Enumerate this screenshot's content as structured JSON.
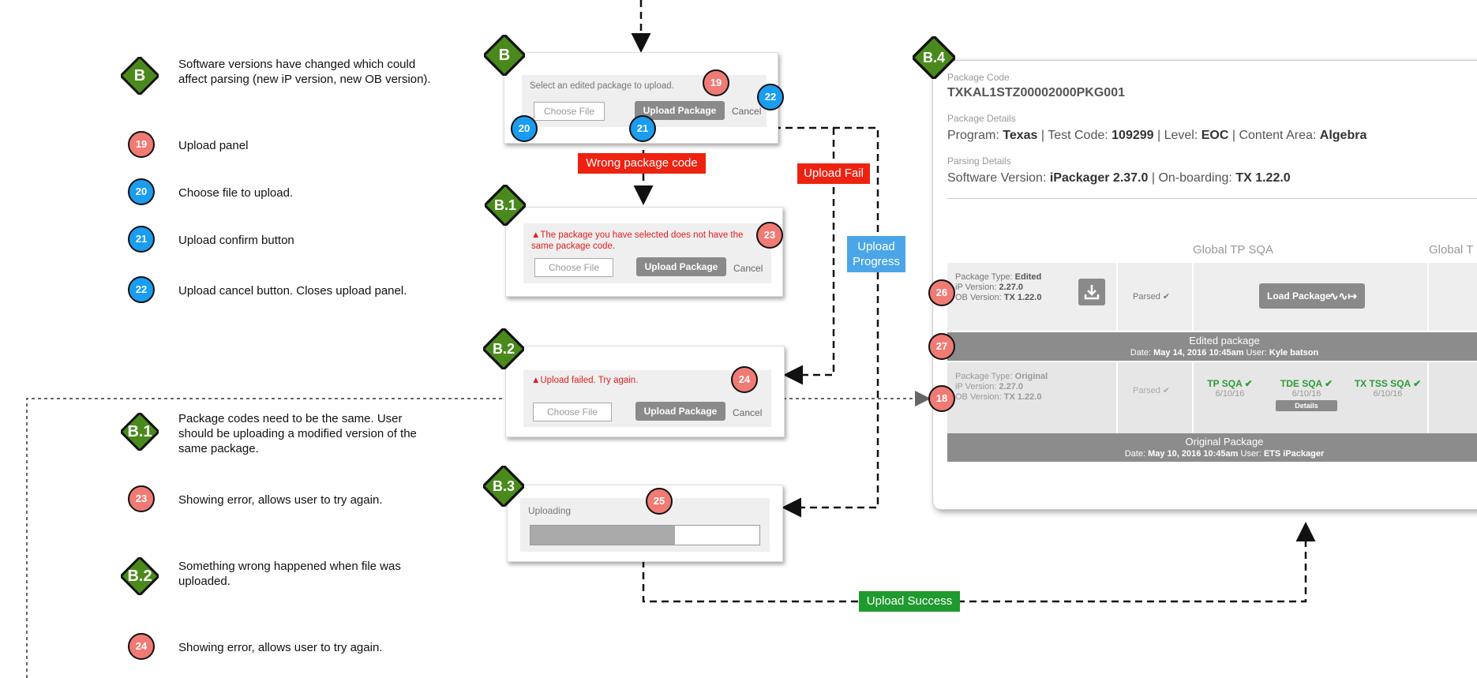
{
  "legend": {
    "b": {
      "badge": "B",
      "text": "Software versions have changed which could affect parsing (new iP version, new OB version)."
    },
    "n19": {
      "badge": "19",
      "text": "Upload panel"
    },
    "n20": {
      "badge": "20",
      "text": "Choose file to upload."
    },
    "n21": {
      "badge": "21",
      "text": "Upload confirm button"
    },
    "n22": {
      "badge": "22",
      "text": "Upload cancel button. Closes upload panel."
    },
    "b1": {
      "badge": "B.1",
      "text": "Package codes need to be the same. User should be uploading a modified version of the same package."
    },
    "n23": {
      "badge": "23",
      "text": "Showing error, allows user to try again."
    },
    "b2": {
      "badge": "B.2",
      "text": "Something wrong happened when file was uploaded."
    },
    "n24": {
      "badge": "24",
      "text": "Showing error, allows user to try again."
    }
  },
  "panel_b": {
    "badge": "B",
    "hint": "Select an edited package to upload.",
    "choose": "Choose File",
    "upload": "Upload Package",
    "cancel": "Cancel",
    "n19": "19",
    "n20": "20",
    "n21": "21",
    "n22": "22"
  },
  "panel_b1": {
    "badge": "B.1",
    "error": "▲The package you have selected does not have the same package code.",
    "choose": "Choose File",
    "upload": "Upload Package",
    "cancel": "Cancel",
    "n23": "23"
  },
  "panel_b2": {
    "badge": "B.2",
    "error": "▲Upload failed. Try again.",
    "choose": "Choose File",
    "upload": "Upload Package",
    "cancel": "Cancel",
    "n24": "24"
  },
  "panel_b3": {
    "badge": "B.3",
    "label": "Uploading",
    "progress": 0.63,
    "n25": "25"
  },
  "flow": {
    "wrong_code": "Wrong package code",
    "upload_fail": "Upload Fail",
    "upload_progress": "Upload Progress",
    "upload_success": "Upload Success",
    "colors": {
      "error": "#ee2211",
      "progress": "#4aa6e8",
      "success": "#1f9a2e",
      "green_diamond": "#4a8a1c",
      "red_badge": "#f07a74",
      "blue_badge": "#1a9cf0"
    }
  },
  "card_b4": {
    "badge": "B.4",
    "code_label": "Package Code",
    "code_value": "TXKAL1STZ00002000PKG001",
    "details_label": "Package Details",
    "program_k": "Program:",
    "program_v": "Texas",
    "test_k": "| Test Code:",
    "test_v": "109299",
    "level_k": "| Level:",
    "level_v": "EOC",
    "area_k": "| Content Area:",
    "area_v": "Algebra",
    "parsing_label": "Parsing Details",
    "sw_k": "Software Version:",
    "sw_v": "iPackager 2.37.0",
    "ob_k": "| On-boarding:",
    "ob_v": "TX 1.22.0",
    "col_global_tp": "Global TP SQA",
    "col_global_t": "Global T",
    "edited": {
      "type_k": "Package Type:",
      "type_v": "Edited",
      "ip_k": "iP Version:",
      "ip_v": "2.27.0",
      "ob_k": "OB Version:",
      "ob_v": "TX 1.22.0",
      "status": "Parsed ✔",
      "load": "Load Package",
      "band_title": "Edited package",
      "band_date_k": "Date:",
      "band_date_v": "May 14, 2016 10:45am",
      "band_user_k": "User:",
      "band_user_v": "Kyle batson"
    },
    "original": {
      "type_k": "Package Type:",
      "type_v": "Original",
      "ip_k": "iP Version:",
      "ip_v": "2.27.0",
      "ob_k": "OB Version:",
      "ob_v": "TX 1.22.0",
      "status": "Parsed ✔",
      "sqa": [
        {
          "name": "TP SQA ✔",
          "date": "6/10/16"
        },
        {
          "name": "TDE SQA ✔",
          "date": "6/10/16"
        },
        {
          "name": "TX TSS SQA ✔",
          "date": "6/10/16"
        }
      ],
      "details": "Details",
      "band_title": "Original Package",
      "band_date_k": "Date:",
      "band_date_v": "May 10, 2016 10:45am",
      "band_user_k": "User:",
      "band_user_v": "ETS iPackager"
    },
    "n26": "26",
    "n27": "27",
    "n18": "18"
  }
}
